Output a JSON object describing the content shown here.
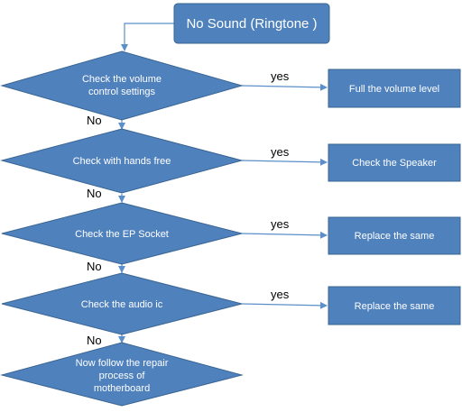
{
  "start": {
    "label": "No Sound (Ringtone )"
  },
  "decisions": [
    {
      "lines": [
        "Check the volume",
        "control settings"
      ],
      "yes_label": "yes",
      "action": "Full the volume level",
      "no_label": "No"
    },
    {
      "lines": [
        "Check with hands free"
      ],
      "yes_label": "yes",
      "action": "Check the Speaker",
      "no_label": "No"
    },
    {
      "lines": [
        "Check  the EP Socket"
      ],
      "yes_label": "yes",
      "action": "Replace the same",
      "no_label": "No"
    },
    {
      "lines": [
        "Check the audio ic"
      ],
      "yes_label": "yes",
      "action": "Replace the same",
      "no_label": "No"
    }
  ],
  "final": {
    "lines": [
      "Now follow the repair",
      "process of",
      "motherboard"
    ]
  },
  "colors": {
    "shape_fill": "#4f81bd",
    "shape_stroke": "#3a6593",
    "arrow": "#5b8fc9",
    "shape_text": "#ffffff",
    "label_text": "#000000"
  }
}
